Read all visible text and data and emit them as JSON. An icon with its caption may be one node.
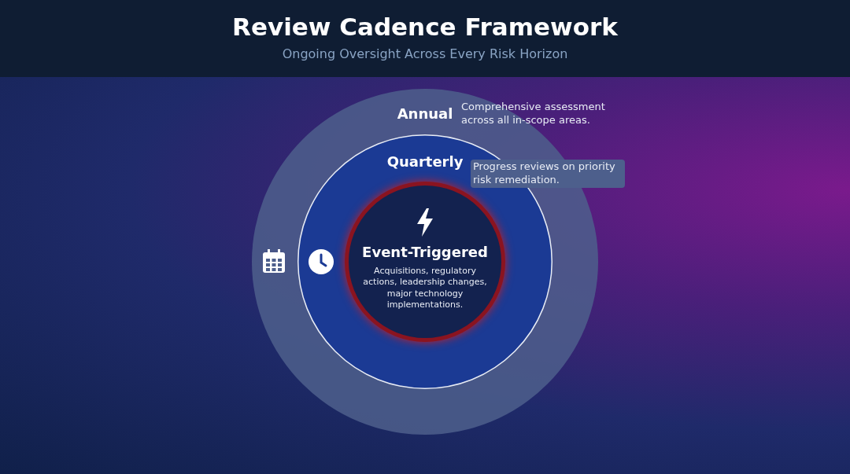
{
  "diagram": {
    "title": "Review Cadence Framework",
    "nodes": [
      {
        "text": [
          "Annual",
          "Comprehensive assessment across all in-scope areas."
        ]
      },
      {
        "text": [
          "Quarterly",
          "Progress reviews on priority risk remediation."
        ],
        "in": 0
      },
      {
        "text": [
          "Event-Triggered",
          "Acquisitions, regulatory actions, leadership changes, major technology implementations."
        ],
        "in": 1
      }
    ],
    "labels": [
      "Ongoing Oversight Across Every Risk Horizon"
    ]
  }
}
